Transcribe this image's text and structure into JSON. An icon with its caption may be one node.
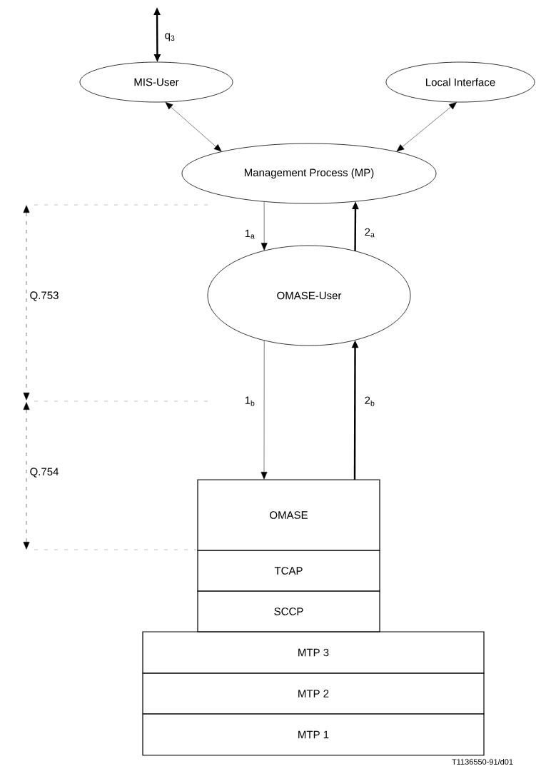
{
  "diagram": {
    "nodes": [
      {
        "text": [
          "MIS-User"
        ]
      },
      {
        "text": [
          "Local Interface"
        ]
      },
      {
        "text": [
          "Management Process (MP)"
        ]
      },
      {
        "text": [
          "OMASE-User"
        ]
      },
      {
        "text": [
          "OMASE"
        ]
      },
      {
        "text": [
          "TCAP"
        ]
      },
      {
        "text": [
          "SCCP"
        ]
      },
      {
        "text": [
          "MTP 3"
        ]
      },
      {
        "text": [
          "MTP 2"
        ]
      },
      {
        "text": [
          "MTP 1"
        ]
      }
    ],
    "edges": [
      {
        "from": null,
        "to": 0,
        "arrow": "both",
        "label": "q$_{3}$",
        "style": "thick"
      },
      {
        "from": 0,
        "to": 2,
        "arrow": "both"
      },
      {
        "from": 1,
        "to": 2,
        "arrow": "both"
      },
      {
        "from": 2,
        "to": 3,
        "arrow": "to",
        "label": "1$_{a}$"
      },
      {
        "from": 3,
        "to": 2,
        "arrow": "to",
        "label": "2$_{a}$",
        "style": "thick"
      },
      {
        "from": 3,
        "to": 4,
        "arrow": "to",
        "label": "1$_{b}$"
      },
      {
        "from": 4,
        "to": 3,
        "arrow": "to",
        "label": "2$_{b}$",
        "style": "thick"
      }
    ],
    "labels": [
      "Q.753",
      "Q.754",
      "T1136550-91/d01"
    ]
  }
}
